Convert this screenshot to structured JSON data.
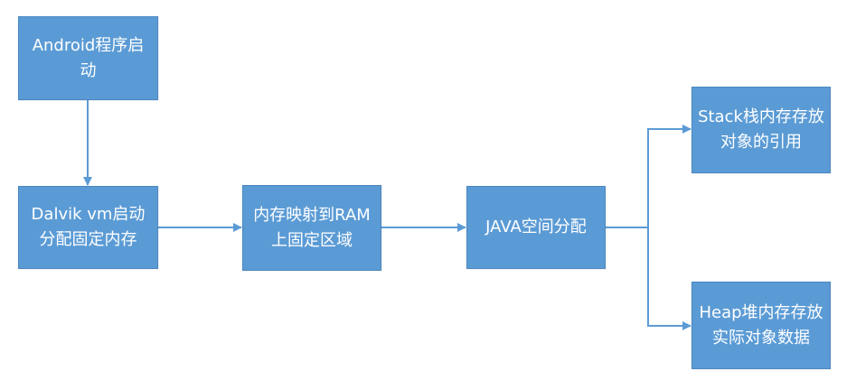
{
  "diagram": {
    "colors": {
      "node_fill": "#5b9bd5",
      "node_text": "#ffffff",
      "connector": "#5b9bd5"
    },
    "nodes": {
      "android_start": "Android程序启动",
      "dalvik_alloc": "Dalvik vm启动分配固定内存",
      "ram_mapping": "内存映射到RAM上固定区域",
      "java_alloc": "JAVA空间分配",
      "stack_ref": "Stack栈内存存放对象的引用",
      "heap_data": "Heap堆内存存放实际对象数据"
    },
    "edges": [
      [
        "android_start",
        "dalvik_alloc"
      ],
      [
        "dalvik_alloc",
        "ram_mapping"
      ],
      [
        "ram_mapping",
        "java_alloc"
      ],
      [
        "java_alloc",
        "stack_ref"
      ],
      [
        "java_alloc",
        "heap_data"
      ]
    ]
  }
}
